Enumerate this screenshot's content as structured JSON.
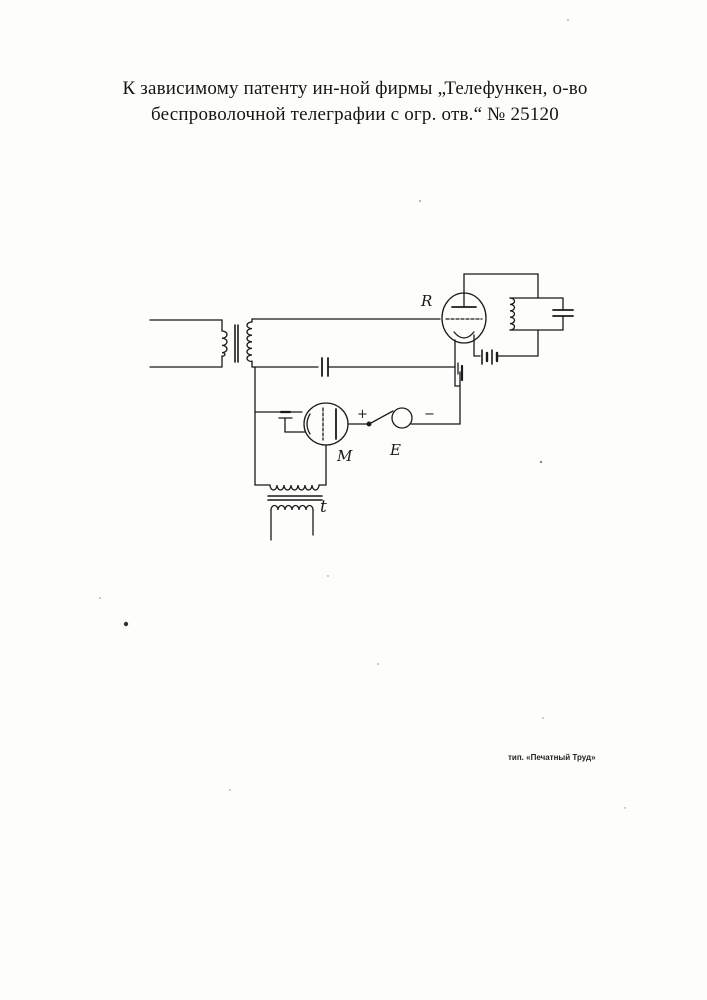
{
  "header": {
    "line1": "К зависимому патенту ин-ной фирмы „Телефункен, о-во",
    "line2": "беспроволочной телеграфии с огр. отв.“ № 25120"
  },
  "diagram": {
    "labels": {
      "tube_r": "R",
      "tube_m": "M",
      "earphone_e": "E",
      "transformer_t": "t",
      "plus": "+",
      "minus": "−"
    }
  },
  "footer": {
    "imprint": "тип. «Печатный Труд»"
  },
  "colors": {
    "ink": "#1a1a1a",
    "paper": "#fdfdfb"
  }
}
